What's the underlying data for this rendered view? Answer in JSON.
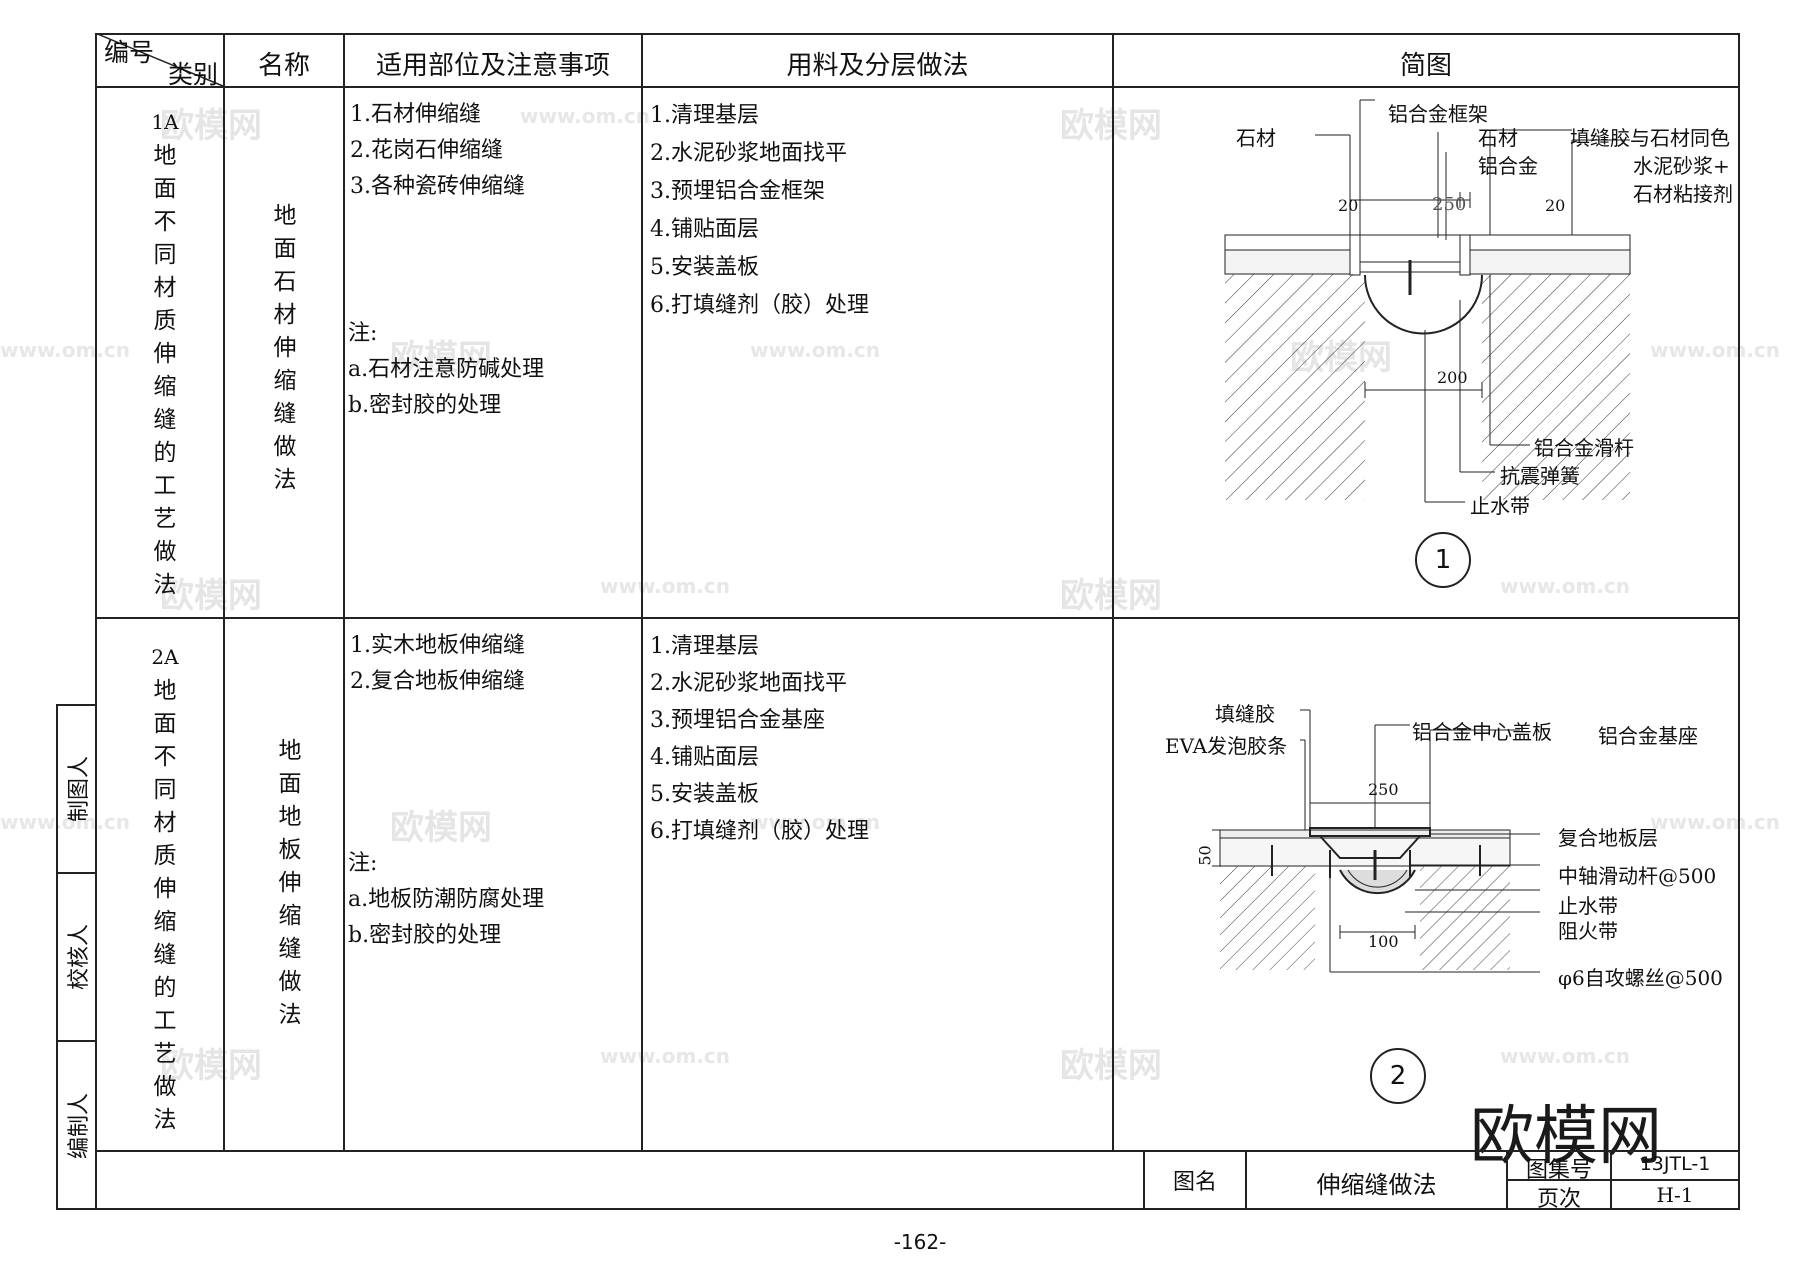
{
  "header": {
    "code": "编号",
    "category": "类别",
    "name": "名称",
    "scope": "适用部位及注意事项",
    "materials": "用料及分层做法",
    "sketch": "简图"
  },
  "rows": [
    {
      "code": "1A",
      "category": "地面不同材质伸缩缝的工艺做法",
      "name": "地面石材伸缩缝做法",
      "scope": [
        "1.石材伸缩缝",
        "2.花岗石伸缩缝",
        "3.各种瓷砖伸缩缝"
      ],
      "note_title": "注:",
      "notes": [
        "a.石材注意防碱处理",
        "b.密封胶的处理"
      ],
      "steps": [
        "1.清理基层",
        "2.水泥砂浆地面找平",
        "3.预埋铝合金框架",
        "4.铺贴面层",
        "5.安装盖板",
        "6.打填缝剂（胶）处理"
      ],
      "diagram": {
        "number": "1",
        "labels": {
          "stone_left": "石材",
          "al_frame": "铝合金框架",
          "stone_mid": "石材",
          "al": "铝合金",
          "sealant": "填缝胶与石材同色",
          "mortar": "水泥砂浆+",
          "adhesive": "石材粘接剂",
          "slide": "铝合金滑杆",
          "spring": "抗震弹簧",
          "waterstop": "止水带"
        },
        "dims": {
          "left": "20",
          "mid": "250",
          "right": "20",
          "bottom": "200"
        }
      }
    },
    {
      "code": "2A",
      "category": "地面不同材质伸缩缝的工艺做法",
      "name": "地面地板伸缩缝做法",
      "scope": [
        "1.实木地板伸缩缝",
        "2.复合地板伸缩缝"
      ],
      "note_title": "注:",
      "notes": [
        "a.地板防潮防腐处理",
        "b.密封胶的处理"
      ],
      "steps": [
        "1.清理基层",
        "2.水泥砂浆地面找平",
        "3.预埋铝合金基座",
        "4.铺贴面层",
        "5.安装盖板",
        "6.打填缝剂（胶）处理"
      ],
      "diagram": {
        "number": "2",
        "labels": {
          "sealant": "填缝胶",
          "eva": "EVA发泡胶条",
          "cover": "铝合金中心盖板",
          "base": "铝合金基座",
          "floor": "复合地板层",
          "rod": "中轴滑动杆@500",
          "waterstop": "止水带",
          "fire": "阻火带",
          "screw": "φ6自攻螺丝@500"
        },
        "dims": {
          "top": "250",
          "height": "50",
          "bottom": "100"
        }
      }
    }
  ],
  "side": {
    "drawer": "制图人",
    "checker": "校核人",
    "editor": "编制人"
  },
  "footer": {
    "title_label": "图名",
    "title": "伸缩缝做法",
    "atlas_label": "图集号",
    "atlas": "13JTL-1",
    "page_label": "页次",
    "page": "H-1"
  },
  "page_number": "-162-",
  "watermark": {
    "logo": "欧模网",
    "url": "www.om.cn"
  }
}
